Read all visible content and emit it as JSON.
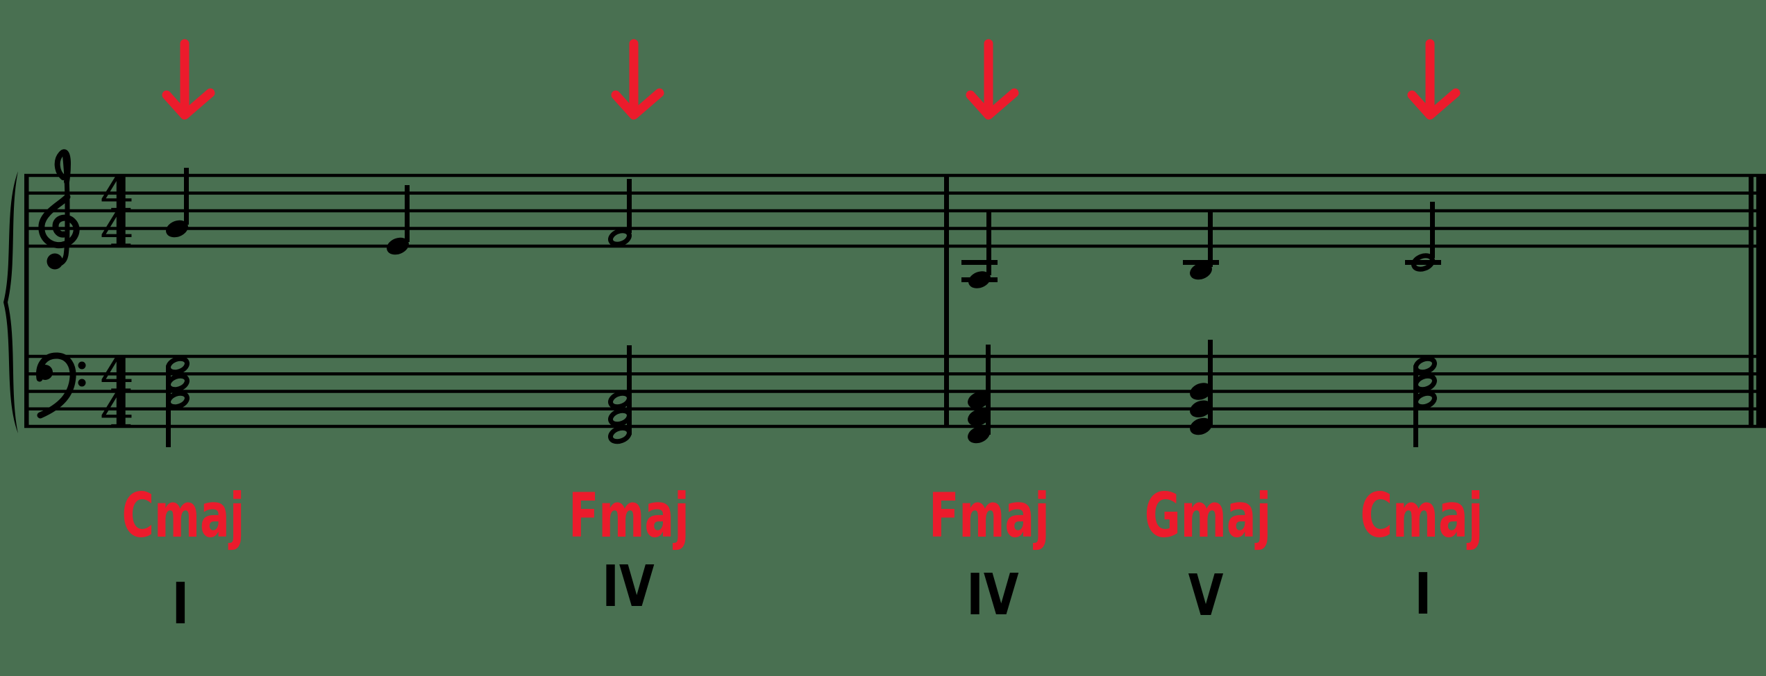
{
  "palette": {
    "background": "#497051",
    "notation_ink": "#000000",
    "highlight_red": "#EC1B2C"
  },
  "icons": {
    "treble_clef": "𝄞",
    "bass_clef": "𝄢",
    "down_arrow": "↓",
    "brace": "{"
  },
  "music_data": {
    "type": "grand-staff-score",
    "clefs": {
      "upper": "treble",
      "lower": "bass"
    },
    "time_signature": "4/4",
    "time_sig_digits": {
      "top": "4",
      "bottom": "4"
    },
    "measures": [
      {
        "number": 1,
        "melody": [
          {
            "pitch": "G4",
            "duration": "quarter",
            "beat": 1
          },
          {
            "pitch": "E4",
            "duration": "quarter",
            "beat": 2
          },
          {
            "pitch": "F4",
            "duration": "half",
            "beat": 3
          }
        ],
        "bass": [
          {
            "chord": [
              "C3",
              "E3",
              "G3"
            ],
            "duration": "half",
            "beat": 1
          },
          {
            "chord": [
              "F2",
              "A2",
              "C3"
            ],
            "duration": "half",
            "beat": 3
          }
        ]
      },
      {
        "number": 2,
        "melody": [
          {
            "pitch": "A3",
            "duration": "quarter",
            "beat": 1
          },
          {
            "pitch": "B3",
            "duration": "quarter",
            "beat": 2
          },
          {
            "pitch": "C4",
            "duration": "half",
            "beat": 3
          }
        ],
        "bass": [
          {
            "chord": [
              "F2",
              "A2",
              "C3"
            ],
            "duration": "quarter",
            "beat": 1
          },
          {
            "chord": [
              "G2",
              "B2",
              "D3"
            ],
            "duration": "quarter",
            "beat": 2
          },
          {
            "chord": [
              "C3",
              "E3",
              "G3"
            ],
            "duration": "half",
            "beat": 3
          }
        ]
      }
    ],
    "progression": [
      "I",
      "IV",
      "IV",
      "V",
      "I"
    ],
    "annotations": [
      {
        "chord": "Cmaj",
        "numeral": "I",
        "arrow": true,
        "measure": 1,
        "beat": 1
      },
      {
        "chord": "Fmaj",
        "numeral": "IV",
        "arrow": true,
        "measure": 1,
        "beat": 3
      },
      {
        "chord": "Fmaj",
        "numeral": "IV",
        "arrow": true,
        "measure": 2,
        "beat": 1
      },
      {
        "chord": "Gmaj",
        "numeral": "V",
        "arrow": false,
        "measure": 2,
        "beat": 2
      },
      {
        "chord": "Cmaj",
        "numeral": "I",
        "arrow": true,
        "measure": 2,
        "beat": 3
      }
    ],
    "final_barline": "thin-thick"
  }
}
